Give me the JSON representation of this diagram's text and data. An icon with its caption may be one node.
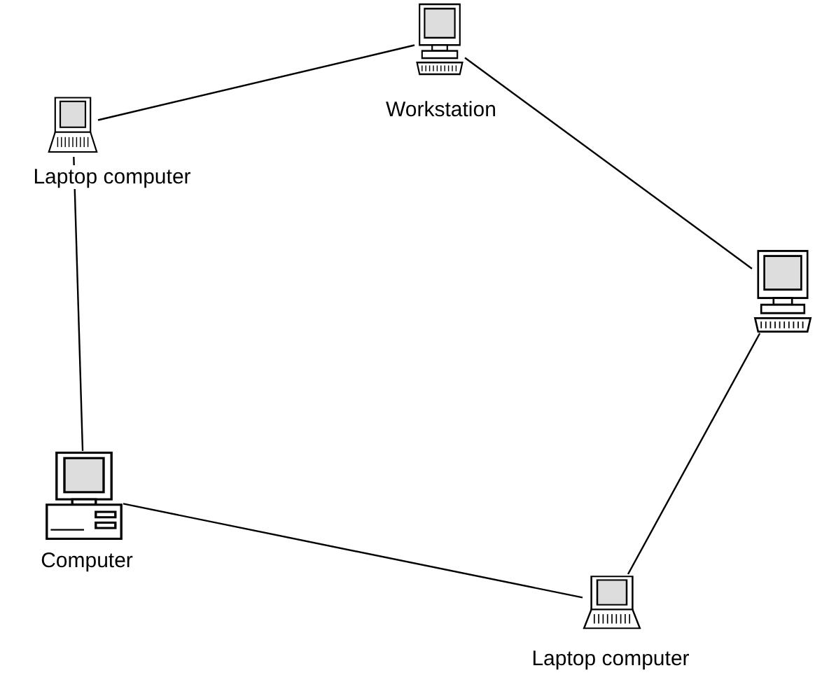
{
  "diagram": {
    "nodes": [
      {
        "text": [
          "Workstation"
        ]
      },
      {
        "text": [
          "Laptop computer"
        ]
      },
      {
        "text": [],
        "shape": "computer"
      },
      {
        "text": [
          "Laptop computer"
        ]
      },
      {
        "text": [
          "Computer"
        ]
      }
    ],
    "edges": [
      {
        "from": 1,
        "to": 0,
        "arrow": "none"
      },
      {
        "from": 0,
        "to": 2,
        "arrow": "none"
      },
      {
        "from": 2,
        "to": 3,
        "arrow": "none"
      },
      {
        "from": 3,
        "to": 4,
        "arrow": "none"
      },
      {
        "from": 4,
        "to": 1,
        "arrow": "none"
      }
    ]
  }
}
